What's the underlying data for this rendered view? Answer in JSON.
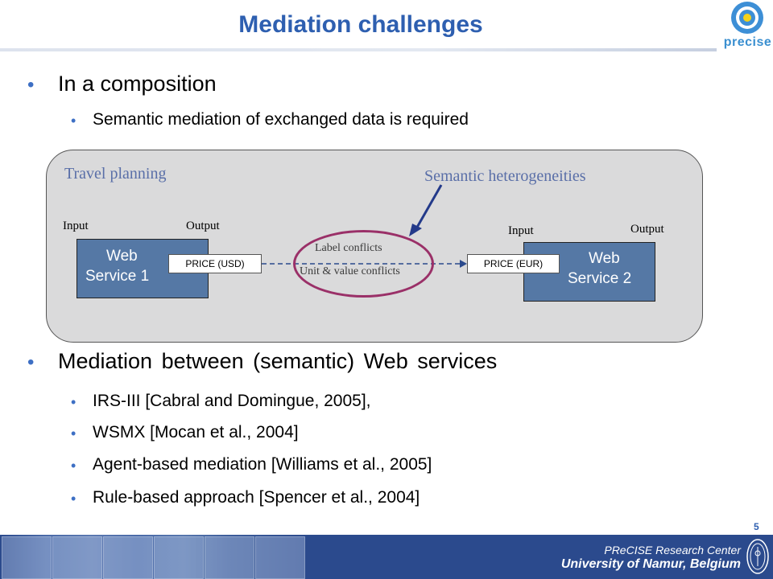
{
  "slide": {
    "title": "Mediation challenges",
    "page_number": "5"
  },
  "logo": {
    "text": "precise"
  },
  "bullets": {
    "l1_a": "In a composition",
    "l2_a": "Semantic mediation of exchanged data is required",
    "l1_b": "Mediation between (semantic) Web services",
    "l2_b": [
      "IRS-III [Cabral and Domingue, 2005],",
      "WSMX [Mocan et al., 2004]",
      "Agent-based mediation [Williams et al., 2005]",
      "Rule-based approach [Spencer et al., 2004]"
    ]
  },
  "diagram": {
    "panel_label": "Travel planning",
    "semantic_label": "Semantic heterogeneities",
    "ws1": {
      "name_line1": "Web",
      "name_line2": "Service 1",
      "input": "Input",
      "output": "Output",
      "price": "PRICE (USD)"
    },
    "ws2": {
      "name_line1": "Web",
      "name_line2": "Service 2",
      "input": "Input",
      "output": "Output",
      "price": "PRICE (EUR)"
    },
    "conflict_1": "Label conflicts",
    "conflict_2": "Unit & value conflicts"
  },
  "footer": {
    "line1": "PReCISE Research Center",
    "line2": "University of Namur, Belgium"
  },
  "colors": {
    "title": "#2e5fb0",
    "bullet": "#3d6fc4",
    "panel_bg": "#dadadb",
    "ws_box": "#5578a5",
    "ellipse": "#9a3068",
    "footer_bg": "#2b4a8d"
  }
}
